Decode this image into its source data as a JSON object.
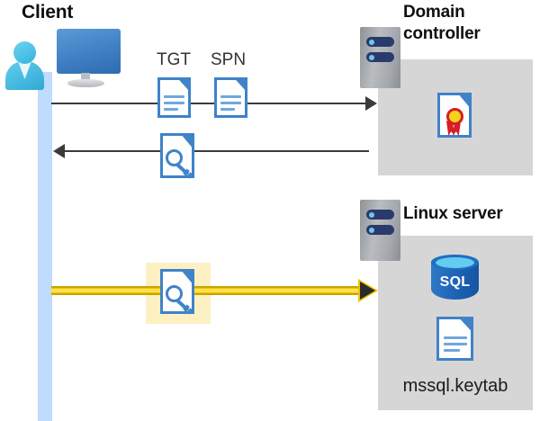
{
  "diagram": {
    "title": "Kerberos authentication flow between client, domain controller and Linux server",
    "colors": {
      "lifeline": "#BFDCFD",
      "panel": "#D6D6D6",
      "connector": "#3B3B3B",
      "highlight_fill": "#FDF1C4",
      "flow_yellow": "#F2C200",
      "doc_blue": "#3F83C8",
      "sql_blue": "#1F6FC0",
      "cert_red": "#D42027",
      "cert_gold": "#F5D31C"
    }
  },
  "actors": {
    "client": {
      "label": "Client",
      "icon": "user-computer-icon"
    },
    "domain_controller": {
      "label": "Domain\ncontroller",
      "label_line1": "Domain",
      "label_line2": "controller",
      "icon": "server-rack-icon",
      "contents": [
        {
          "name": "certificate-document-icon",
          "label": ""
        }
      ]
    },
    "linux_server": {
      "label": "Linux server",
      "icon": "server-rack-icon",
      "contents": [
        {
          "name": "sql-database-icon",
          "label": "SQL"
        },
        {
          "name": "keytab-document-icon",
          "label": "mssql.keytab"
        }
      ]
    }
  },
  "messages": [
    {
      "id": "request",
      "direction": "right",
      "artifacts": [
        {
          "label": "TGT",
          "icon": "document-icon"
        },
        {
          "label": "SPN",
          "icon": "document-icon"
        }
      ],
      "color": "#3B3B3B"
    },
    {
      "id": "response",
      "direction": "left",
      "artifacts": [
        {
          "label": "",
          "icon": "key-document-icon"
        }
      ],
      "color": "#3B3B3B"
    },
    {
      "id": "service-ticket",
      "direction": "right",
      "highlighted": true,
      "artifacts": [
        {
          "label": "",
          "icon": "key-document-icon"
        }
      ],
      "color": "#F2C200"
    }
  ]
}
